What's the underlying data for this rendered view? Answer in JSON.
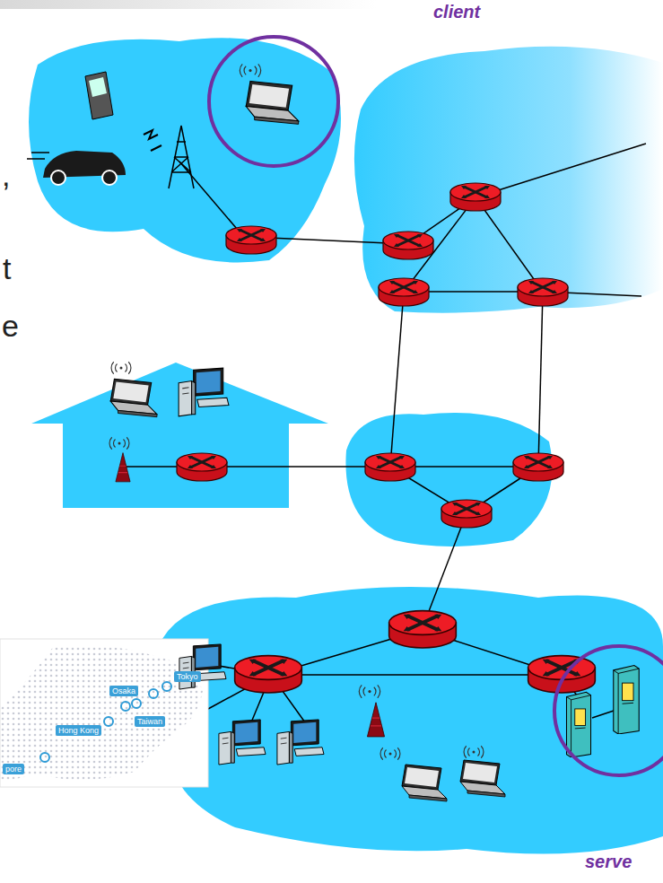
{
  "diagram": {
    "nodes": [
      {
        "text": [
          "client"
        ]
      },
      {
        "text": [
          "serve"
        ]
      }
    ],
    "labels": [
      ",",
      "t",
      "e",
      "Tokyo",
      "Osaka",
      "Taiwan",
      "Hong Kong",
      "pore"
    ]
  }
}
